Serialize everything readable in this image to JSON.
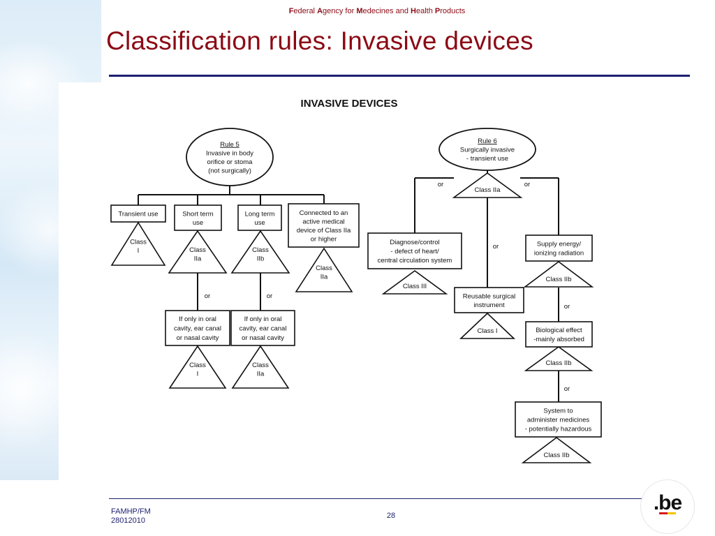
{
  "header": {
    "agency": [
      {
        "t": "F",
        "b": true
      },
      {
        "t": "ederal ",
        "b": false
      },
      {
        "t": "A",
        "b": true
      },
      {
        "t": "gency for ",
        "b": false
      },
      {
        "t": "M",
        "b": true
      },
      {
        "t": "edecines and ",
        "b": false
      },
      {
        "t": "H",
        "b": true
      },
      {
        "t": "ealth ",
        "b": false
      },
      {
        "t": "P",
        "b": true
      },
      {
        "t": "roducts",
        "b": false
      }
    ],
    "title": "Classification rules: Invasive devices"
  },
  "diagram": {
    "title": "INVASIVE DEVICES",
    "rule5": {
      "heading": "Rule 5",
      "lines": [
        "Invasive in body",
        "orifice or stoma",
        "(not surgically)"
      ]
    },
    "rule6": {
      "heading": "Rule 6",
      "lines": [
        "Surgically invasive",
        "- transient use"
      ]
    },
    "r5_transient": {
      "lines": [
        "Transient use"
      ]
    },
    "r5_short": {
      "lines": [
        "Short term",
        "use"
      ]
    },
    "r5_long": {
      "lines": [
        "Long term",
        "use"
      ]
    },
    "r5_connected": {
      "lines": [
        "Connected to an",
        "active medical",
        "device of Class IIa",
        "or higher"
      ]
    },
    "r5_tri_class_i": {
      "lines": [
        "Class",
        "I"
      ]
    },
    "r5_tri_short_iia": {
      "lines": [
        "Class",
        "IIa"
      ]
    },
    "r5_tri_long_iib": {
      "lines": [
        "Class",
        "IIb"
      ]
    },
    "r5_tri_conn_iia": {
      "lines": [
        "Class",
        "IIa"
      ]
    },
    "or_short": "or",
    "or_long": "or",
    "r5_oral_short": {
      "lines": [
        "If only in oral",
        "cavity, ear canal",
        "or nasal cavity"
      ]
    },
    "r5_oral_long": {
      "lines": [
        "If only in oral",
        "cavity, ear canal",
        "or nasal cavity"
      ]
    },
    "r5_tri_oral_short_i": {
      "lines": [
        "Class",
        "I"
      ]
    },
    "r5_tri_oral_long_iia": {
      "lines": [
        "Class",
        "IIa"
      ]
    },
    "r6_tri_iia": {
      "lines": [
        "Class IIa"
      ]
    },
    "or_r6_left": "or",
    "or_r6_right": "or",
    "or_r6_mid": "or",
    "r6_diagnose": {
      "lines": [
        "Diagnose/control",
        "- defect of heart/",
        "central circulation system"
      ]
    },
    "r6_tri_iii": {
      "lines": [
        "Class III"
      ]
    },
    "r6_reusable": {
      "lines": [
        "Reusable surgical",
        "instrument"
      ]
    },
    "r6_tri_i": {
      "lines": [
        "Class I"
      ]
    },
    "r6_supply": {
      "lines": [
        "Supply energy/",
        "ionizing radiation"
      ]
    },
    "r6_tri_iib_1": {
      "lines": [
        "Class IIb"
      ]
    },
    "or_r6_right_2": "or",
    "r6_bio": {
      "lines": [
        "Biological effect",
        "-mainly absorbed"
      ]
    },
    "r6_tri_iib_2": {
      "lines": [
        "Class IIb"
      ]
    },
    "or_r6_right_3": "or",
    "r6_system": {
      "lines": [
        "System to",
        "administer medicines",
        "- potentially hazardous"
      ]
    },
    "r6_tri_iib_3": {
      "lines": [
        "Class IIb"
      ]
    }
  },
  "footer": {
    "org": "FAMHP/FM",
    "date": "28012010",
    "page": "28",
    "logo": ".be"
  },
  "colors": {
    "title": "#8b0a14",
    "rule": "#1b1f6e",
    "logo_red": "#d7191f",
    "logo_yellow": "#f4c300"
  }
}
